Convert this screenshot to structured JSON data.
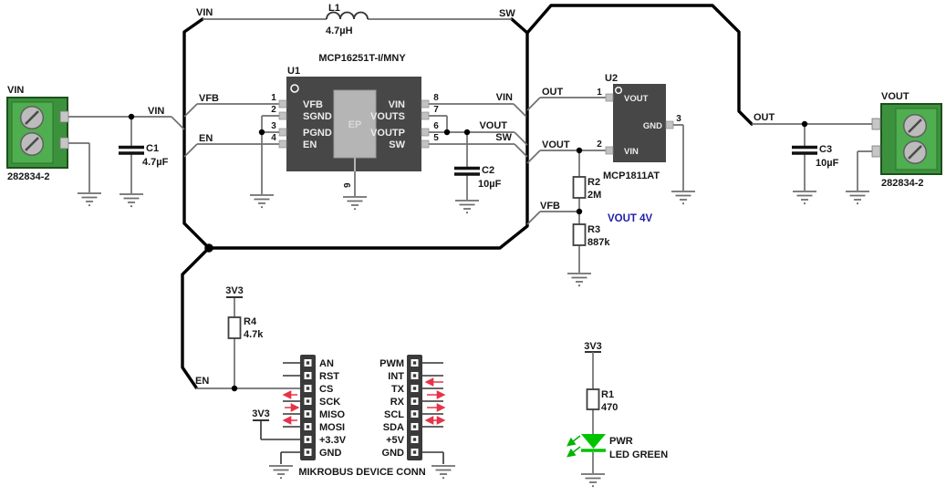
{
  "nets": {
    "vin": "VIN",
    "sw": "SW",
    "vout": "VOUT",
    "vfb": "VFB",
    "en": "EN",
    "out": "OUT"
  },
  "power": {
    "v33": "3V3"
  },
  "annotations": {
    "vout_4v": "VOUT 4V"
  },
  "connectors": {
    "j1": {
      "net": "VIN",
      "part": "282834-2"
    },
    "j2": {
      "net": "VOUT",
      "part": "282834-2"
    }
  },
  "inductor": {
    "ref": "L1",
    "value": "4.7µH"
  },
  "capacitors": {
    "c1": {
      "ref": "C1",
      "value": "4.7µF"
    },
    "c2": {
      "ref": "C2",
      "value": "10µF"
    },
    "c3": {
      "ref": "C3",
      "value": "10µF"
    }
  },
  "resistors": {
    "r1": {
      "ref": "R1",
      "value": "470"
    },
    "r2": {
      "ref": "R2",
      "value": "2M"
    },
    "r3": {
      "ref": "R3",
      "value": "887k"
    },
    "r4": {
      "ref": "R4",
      "value": "4.7k"
    }
  },
  "u1": {
    "ref": "U1",
    "part": "MCP16251T-I/MNY",
    "ep": "EP",
    "ep_pin": "9",
    "pins_left": [
      {
        "num": "1",
        "name": "VFB"
      },
      {
        "num": "2",
        "name": "SGND"
      },
      {
        "num": "3",
        "name": "PGND"
      },
      {
        "num": "4",
        "name": "EN"
      }
    ],
    "pins_right": [
      {
        "num": "8",
        "name": "VIN"
      },
      {
        "num": "7",
        "name": "VOUTS"
      },
      {
        "num": "6",
        "name": "VOUTP"
      },
      {
        "num": "5",
        "name": "SW"
      }
    ]
  },
  "u2": {
    "ref": "U2",
    "part": "MCP1811AT",
    "pins": [
      {
        "num": "1",
        "name": "VOUT"
      },
      {
        "num": "2",
        "name": "VIN"
      },
      {
        "num": "3",
        "name": "GND"
      }
    ]
  },
  "mikrobus": {
    "title": "MIKROBUS DEVICE CONN",
    "left_pins": [
      "AN",
      "RST",
      "CS",
      "SCK",
      "MISO",
      "MOSI",
      "+3.3V",
      "GND"
    ],
    "right_pins": [
      "PWM",
      "INT",
      "TX",
      "RX",
      "SCL",
      "SDA",
      "+5V",
      "GND"
    ]
  },
  "led": {
    "name": "PWR",
    "type": "LED GREEN"
  },
  "colors": {
    "bus": "#000000",
    "wire": "#6f6f6f",
    "chip_body": "#474747",
    "chip_pad": "#b5b5b5",
    "terminal_green": "#3c923c",
    "terminal_green_light": "#4fae4f",
    "led_green": "#00c300",
    "arrow_red": "#e73348",
    "label_blue": "#1f1fa8"
  }
}
